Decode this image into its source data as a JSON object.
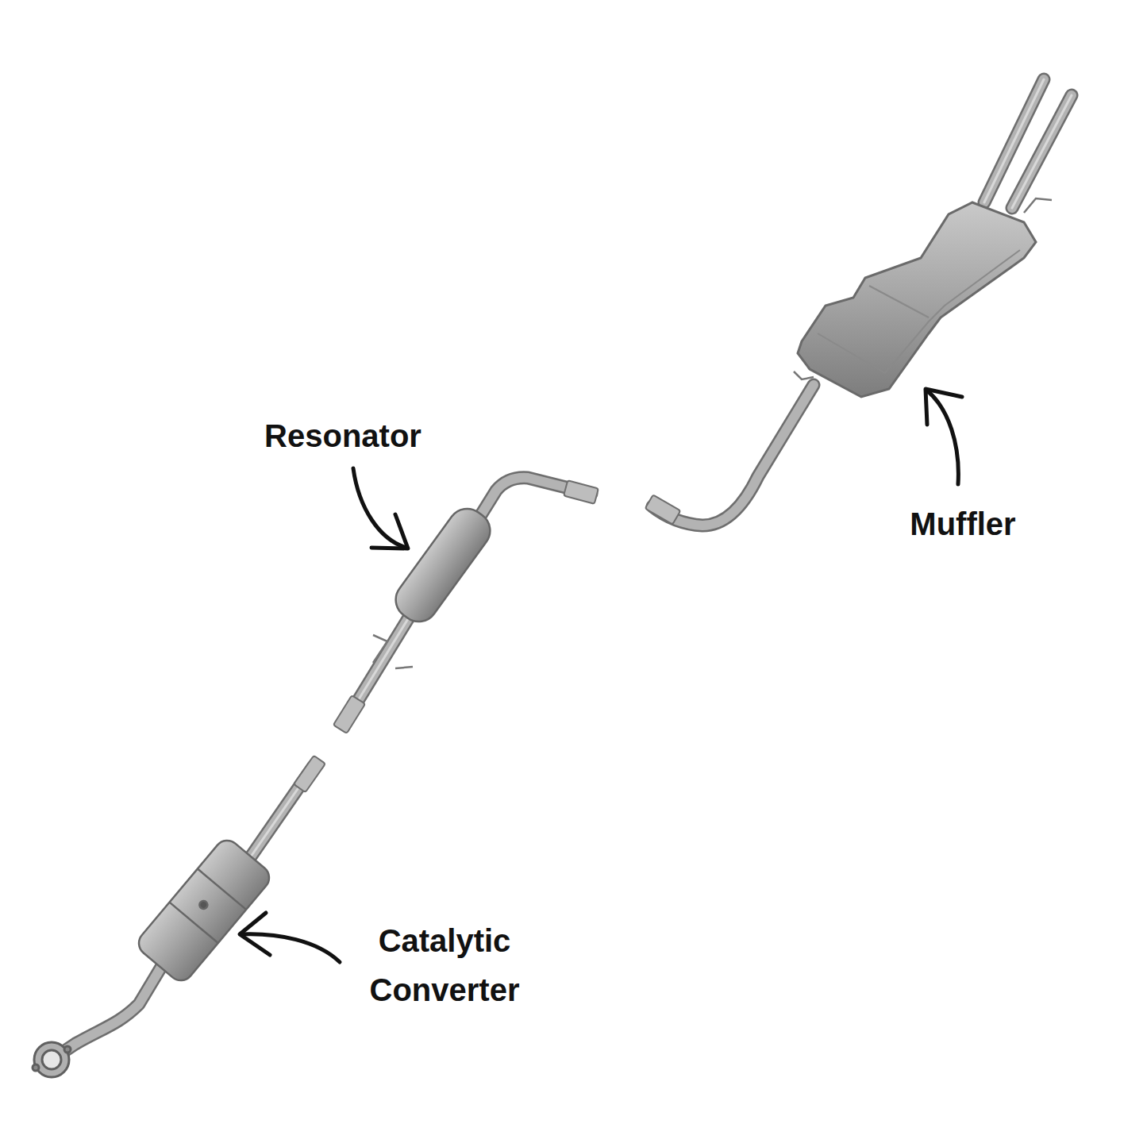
{
  "diagram": {
    "labels": [
      "Resonator",
      "Muffler",
      "Catalytic Converter"
    ]
  }
}
